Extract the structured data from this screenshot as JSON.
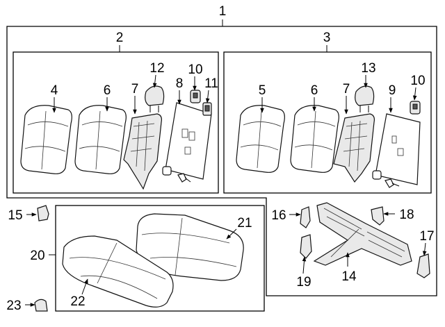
{
  "callouts": {
    "c1": "1",
    "c2": "2",
    "c3": "3",
    "c4": "4",
    "c5": "5",
    "c6a": "6",
    "c6b": "6",
    "c7a": "7",
    "c7b": "7",
    "c8": "8",
    "c9": "9",
    "c10a": "10",
    "c10b": "10",
    "c11": "11",
    "c12": "12",
    "c13": "13",
    "c14": "14",
    "c15": "15",
    "c16": "16",
    "c17": "17",
    "c18": "18",
    "c19": "19",
    "c20": "20",
    "c21": "21",
    "c22": "22",
    "c23": "23"
  }
}
